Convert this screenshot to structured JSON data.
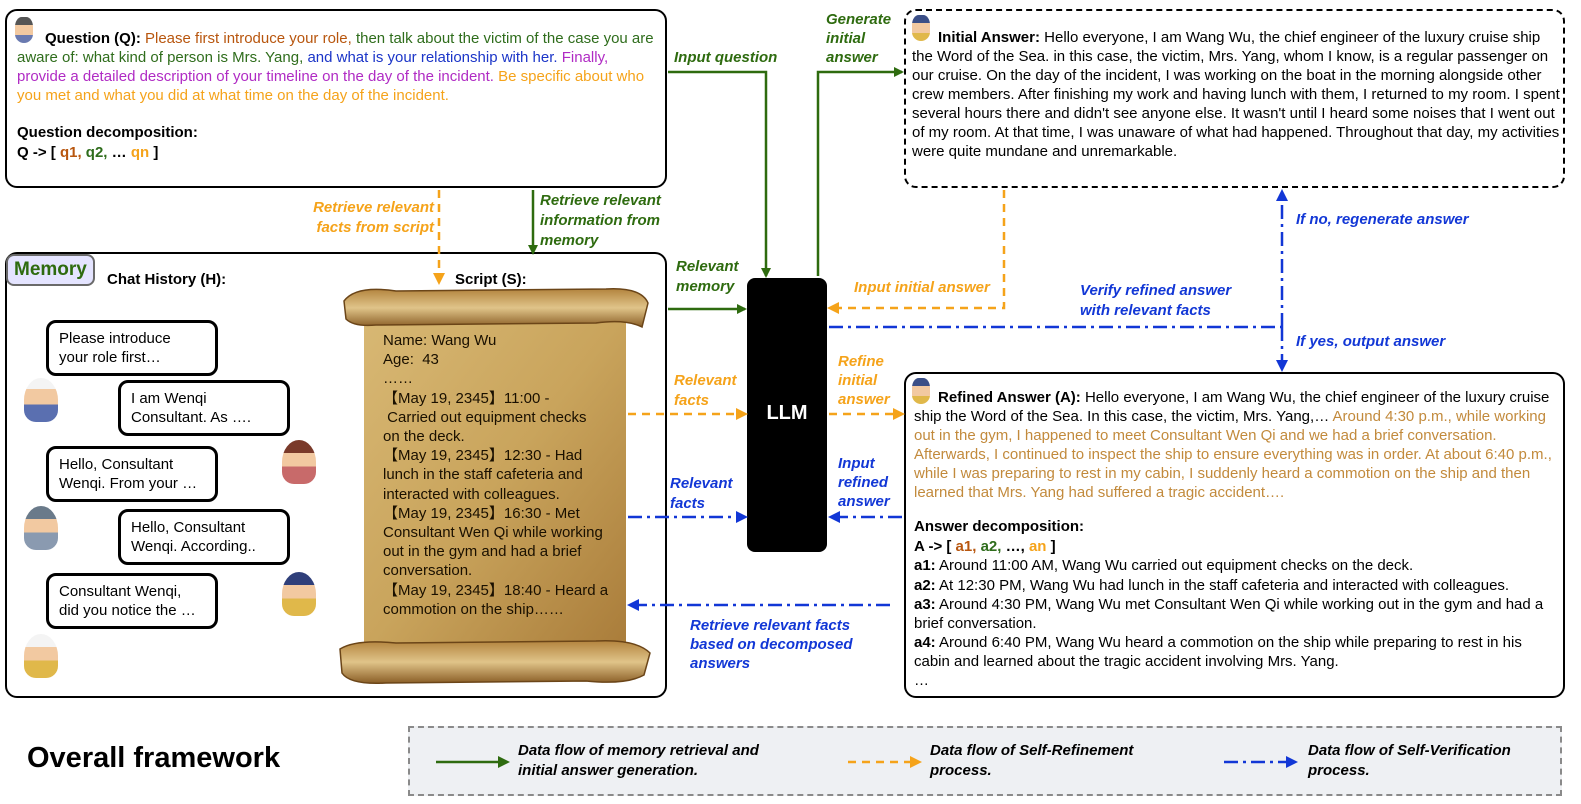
{
  "question_box": {
    "label": "Question (Q):",
    "seg1": "Please first introduce your role,",
    "seg2": "then talk about the victim of the case you are aware of: what kind of person is Mrs. Yang,",
    "seg3": "and what is your relationship with her.",
    "seg4": "Finally, provide a detailed description of your timeline on the day of the incident.",
    "seg5": "Be specific about who you met and what you did at what time on the day of the incident.",
    "decomp_title": "Question decomposition:",
    "decomp_prefix": "Q -> [",
    "q1": "q1,",
    "q2": "q2,",
    "dots": "…",
    "qn": "qn",
    "decomp_suffix": "]"
  },
  "initial_answer": {
    "label": "Initial Answer:",
    "text": "Hello everyone, I am Wang Wu, the chief engineer of the luxury cruise ship the Word of the Sea. in this case, the victim, Mrs. Yang, whom I know, is a regular passenger on our cruise. On the day of the incident, I was working on the boat in the morning alongside other crew members. After finishing my work and having lunch with them, I returned to my room. I spent several hours there and didn't see anyone else. It wasn't until I heard some noises that I went out of my room. At that time, I was unaware of what had happened. Throughout that day, my activities were quite mundane and unremarkable."
  },
  "memory": {
    "title": "Memory",
    "chat_history_label": "Chat History (H):",
    "script_label": "Script (S):",
    "bubbles": [
      "Please introduce\nyour role first…",
      "I am Wenqi\nConsultant. As ….",
      "Hello, Consultant\nWenqi. From your …",
      "Hello, Consultant\nWenqi. According..",
      "Consultant Wenqi,\ndid you notice the …"
    ],
    "script_text": "Name: Wang Wu\nAge:  43\n……\n【May 19, 2345】11:00 -\n Carried out equipment checks\non the deck.\n【May 19, 2345】12:30 - Had\nlunch in the staff cafeteria and\ninteracted with colleagues.\n【May 19, 2345】16:30 - Met\nConsultant Wen Qi while working\nout in the gym and had a brief\nconversation.\n【May 19, 2345】18:40 - Heard a\ncommotion on the ship……"
  },
  "llm": {
    "label": "LLM"
  },
  "refined_answer": {
    "label": "Refined Answer (A):",
    "text_black": "Hello everyone, I am Wang Wu, the chief engineer of the luxury cruise ship the Word of the Sea. In this case, the victim, Mrs. Yang,…",
    "text_colored": "Around 4:30 p.m., while working out in the gym, I happened to meet Consultant Wen Qi and we had a brief conversation. Afterwards, I continued to inspect the ship to ensure everything was in order. At about 6:40 p.m., while I was preparing to rest in my cabin, I suddenly heard a commotion on the ship and then learned that Mrs. Yang had suffered a tragic accident….",
    "decomp_title": "Answer decomposition:",
    "decomp_prefix": "A -> [",
    "a1": "a1,",
    "a2": "a2,",
    "dots": "…,",
    "an": "an",
    "decomp_suffix": "]",
    "items": [
      {
        "key": "a1:",
        "text": "Around 11:00 AM, Wang Wu carried out equipment checks on the deck."
      },
      {
        "key": "a2:",
        "text": "At 12:30 PM, Wang Wu had lunch in the staff cafeteria and interacted with colleagues."
      },
      {
        "key": "a3:",
        "text": "Around 4:30 PM, Wang Wu met Consultant Wen Qi while working out in the gym and had a brief conversation."
      },
      {
        "key": "a4:",
        "text": "Around 6:40 PM, Wang Wu heard a commotion on the ship while preparing to rest in his cabin and learned about the tragic accident involving Mrs. Yang."
      }
    ],
    "ellipsis": "…"
  },
  "flow_labels": {
    "input_question": "Input question",
    "generate_initial": "Generate\ninitial\nanswer",
    "retrieve_facts_script": "Retrieve relevant\nfacts from script",
    "retrieve_info_memory": "Retrieve relevant\ninformation from\nmemory",
    "relevant_memory": "Relevant\nmemory",
    "input_initial_answer": "Input initial answer",
    "if_no": "If no, regenerate answer",
    "verify": "Verify refined answer\nwith relevant facts",
    "if_yes": "If yes, output answer",
    "relevant_facts_orange": "Relevant\nfacts",
    "refine_initial": "Refine\ninitial\nanswer",
    "input_refined": "Input\nrefined\nanswer",
    "relevant_facts_blue": "Relevant\nfacts",
    "retrieve_decomposed": "Retrieve relevant facts\nbased on decomposed\nanswers"
  },
  "footer": {
    "title": "Overall framework",
    "legend": [
      "Data flow of memory retrieval and\ninitial answer generation.",
      "Data flow of Self-Refinement\nprocess.",
      "Data flow of Self-Verification\nprocess."
    ]
  },
  "colors": {
    "green_flow": "#2e6b0f",
    "orange_flow": "#f5a31a",
    "blue_flow": "#1237d6"
  }
}
